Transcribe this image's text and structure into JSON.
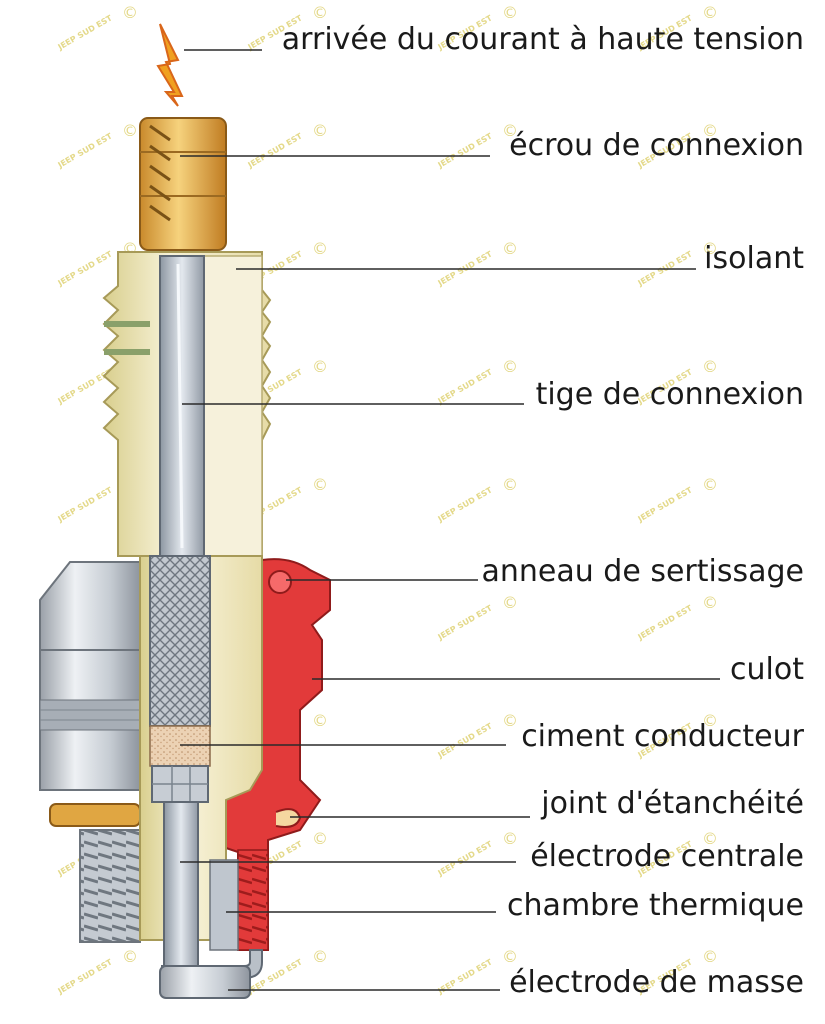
{
  "colors": {
    "background": "#ffffff",
    "steel": "#c9ced4",
    "ceramic": "#f3eed3",
    "ceramic_shade": "#e1d59a",
    "nut": "#e9b55a",
    "red_body": "#e23a3a",
    "cement": "#e9c8a6",
    "watermark": "#e4d98a",
    "label_text": "#1a1a1a"
  },
  "labels": {
    "high_voltage": "arrivée du courant à haute tension",
    "nut": "écrou de connexion",
    "insulator": "isolant",
    "rod": "tige de connexion",
    "crimp_ring": "anneau de sertissage",
    "body": "culot",
    "cement": "ciment conducteur",
    "seal": "joint d'étanchéité",
    "center_electrode": "électrode centrale",
    "thermal_chamber": "chambre thermique",
    "ground_electrode": "électrode de masse"
  },
  "watermark": {
    "text": "JEEP SUD EST",
    "symbol": "©"
  }
}
